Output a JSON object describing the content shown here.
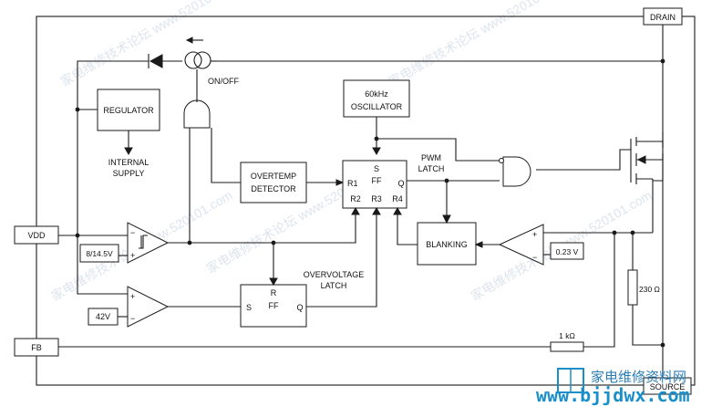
{
  "pins": {
    "drain": "DRAIN",
    "vdd": "VDD",
    "fb": "FB",
    "source": "SOURCE"
  },
  "blocks": {
    "regulator": "REGULATOR",
    "internal_supply_line1": "INTERNAL",
    "internal_supply_line2": "SUPPLY",
    "oscillator_line1": "60kHz",
    "oscillator_line2": "OSCILLATOR",
    "overtemp_line1": "OVERTEMP",
    "overtemp_line2": "DETECTOR",
    "blanking": "BLANKING"
  },
  "labels": {
    "on_off": "ON/OFF",
    "pwm_latch_line1": "PWM",
    "pwm_latch_line2": "LATCH",
    "overvoltage_line1": "OVERVOLTAGE",
    "overvoltage_line2": "LATCH"
  },
  "pwm_ff": {
    "s": "S",
    "ff": "FF",
    "q": "Q",
    "r1": "R1",
    "r2": "R2",
    "r3": "R3",
    "r4": "R4"
  },
  "ov_ff": {
    "r": "R",
    "ff": "FF",
    "s": "S",
    "q": "Q"
  },
  "references": {
    "hysteresis": "8/14.5V",
    "overvoltage": "42V",
    "current_limit": "0.23 V"
  },
  "comparator_signs": {
    "minus": "−",
    "plus": "+"
  },
  "components": {
    "r_sense": "230 Ω",
    "r_fb": "1 kΩ"
  },
  "watermark": {
    "text": "家电维修技术论坛 www.520101.com",
    "brand": "www.bjjdwx.com",
    "brand_cn": "家电维修资料网"
  },
  "colors": {
    "line": "#1a1a1a",
    "watermark": "#b5c4d6",
    "brand": "#1a8fc9"
  }
}
